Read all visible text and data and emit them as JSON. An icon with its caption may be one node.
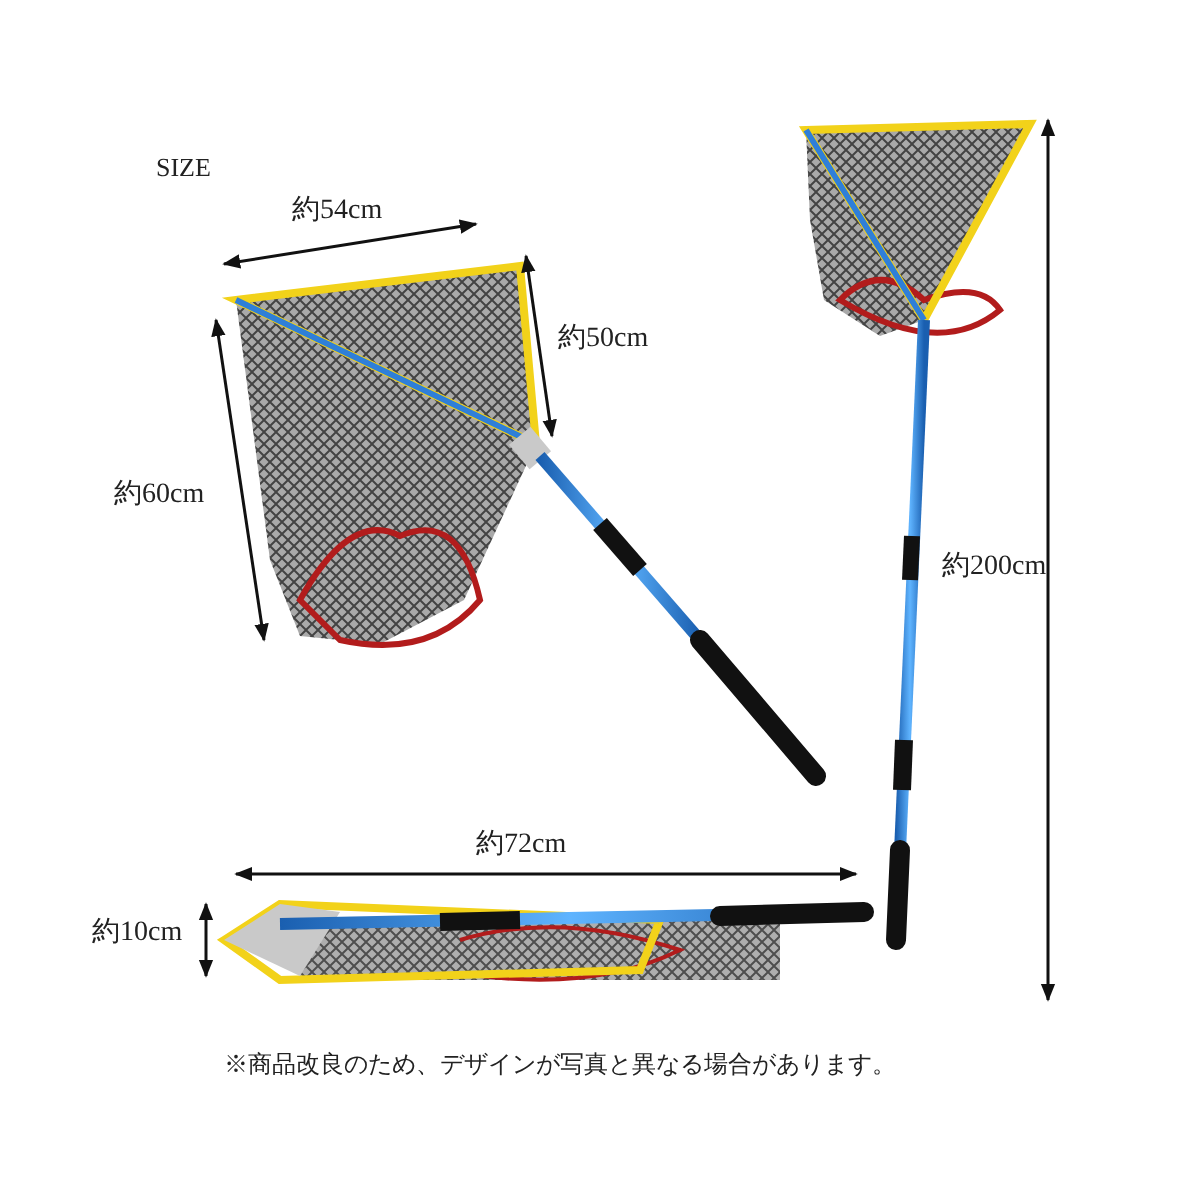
{
  "diagram": {
    "labels": [
      "SIZE",
      "約54cm",
      "約50cm",
      "約60cm",
      "約200cm",
      "約72cm",
      "約10cm",
      "※商品改良のため、デザインが写真と異なる場合があります。"
    ]
  }
}
